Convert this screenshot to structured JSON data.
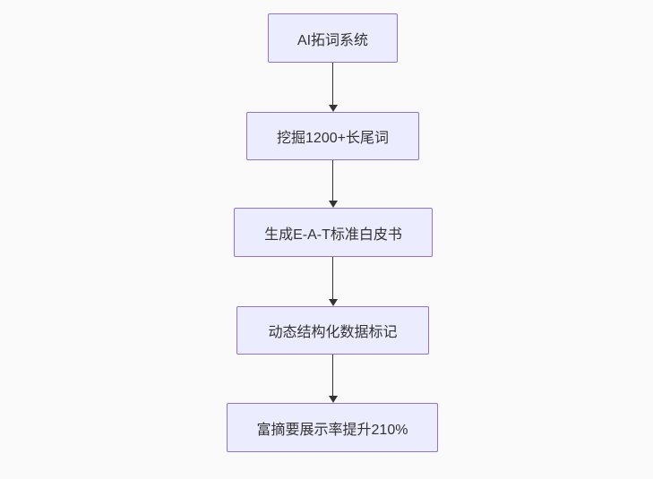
{
  "diagram": {
    "type": "flowchart",
    "direction": "top-down",
    "colors": {
      "background": "#fafafa",
      "node_fill": "#ECECFF",
      "node_border": "#9370DB",
      "text": "#333333",
      "arrow": "#333333"
    },
    "nodes": [
      {
        "id": "n1",
        "label": "AI拓词系统"
      },
      {
        "id": "n2",
        "label": "挖掘1200+长尾词"
      },
      {
        "id": "n3",
        "label": "生成E-A-T标准白皮书"
      },
      {
        "id": "n4",
        "label": "动态结构化数据标记"
      },
      {
        "id": "n5",
        "label": "富摘要展示率提升210%"
      }
    ],
    "edges": [
      {
        "from": "n1",
        "to": "n2"
      },
      {
        "from": "n2",
        "to": "n3"
      },
      {
        "from": "n3",
        "to": "n4"
      },
      {
        "from": "n4",
        "to": "n5"
      }
    ]
  }
}
